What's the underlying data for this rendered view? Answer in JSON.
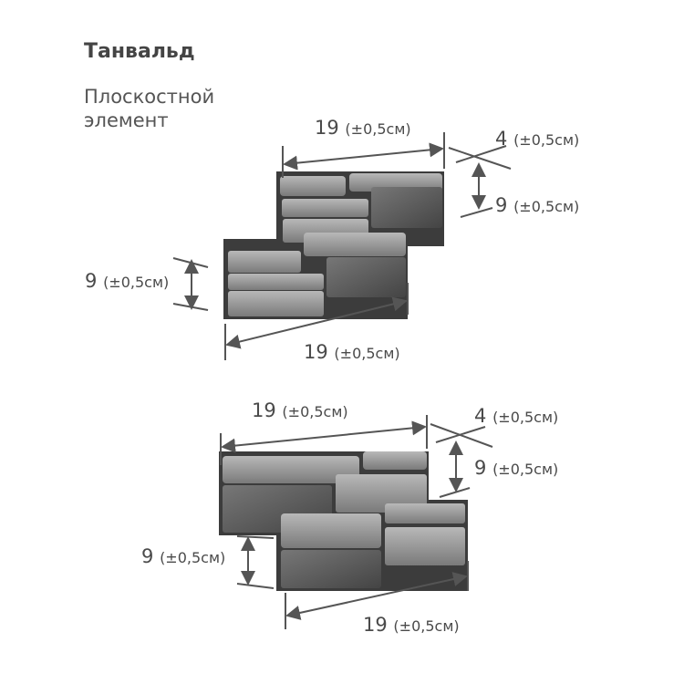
{
  "title": "Танвальд",
  "subtitle_line1": "Плоскостной",
  "subtitle_line2": "элемент",
  "tolerance": "(±0,5см)",
  "element_top": {
    "length_top": "19",
    "depth": "4",
    "height_right": "9",
    "height_left": "9",
    "length_bottom": "19"
  },
  "element_bottom": {
    "length_top": "19",
    "depth": "4",
    "height_right": "9",
    "height_left": "9",
    "length_bottom": "19"
  },
  "colors": {
    "text": "#4a4a4a",
    "line": "#555555",
    "stone_dark": "#3c3c3c",
    "stone_light": "#a8a8a8"
  }
}
